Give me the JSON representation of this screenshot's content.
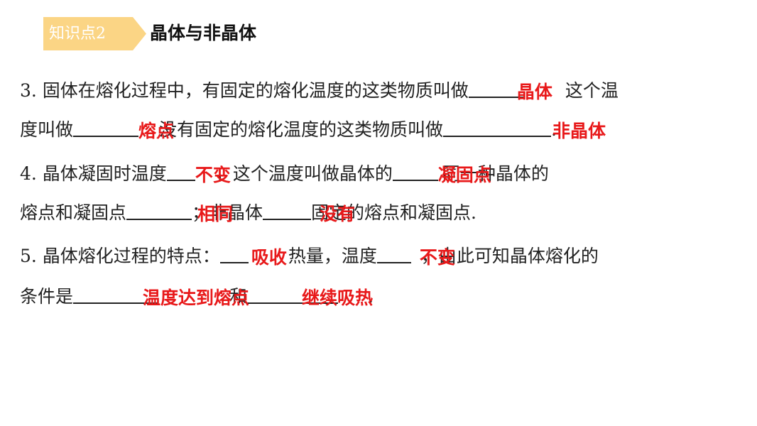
{
  "tag": {
    "label": "知识点2",
    "color": "#fbd585"
  },
  "heading": "晶体与非晶体",
  "answer_color": "#e8191a",
  "q3": {
    "part1": "3. 固体在熔化过程中，有固定的熔化温度的这类物质叫做",
    "part2": "这个温",
    "part3": "度叫做",
    "part4": "没有固定的熔化温度的这类物质叫做",
    "part5": ".",
    "answers": [
      "晶体",
      "熔点",
      "非晶体"
    ]
  },
  "q4": {
    "part1": "4. 晶体凝固时温度",
    "part2": "，这个温度叫做晶体的",
    "part3": "同一种晶体的",
    "part4": "熔点和凝固点",
    "part5": "；非晶体",
    "part6": "固定的熔点和凝固点.",
    "answers": [
      "不变",
      "凝固点",
      "相同",
      "没有"
    ]
  },
  "q5": {
    "part1": "5.  晶体熔化过程的特点：",
    "part2": "热量，温度",
    "part3": "，由此可知晶体熔化的",
    "part4": "条件是",
    "part5": "和",
    "part6": ".",
    "answers": [
      "吸收",
      "不变",
      "温度达到熔点",
      "继续吸热"
    ]
  }
}
